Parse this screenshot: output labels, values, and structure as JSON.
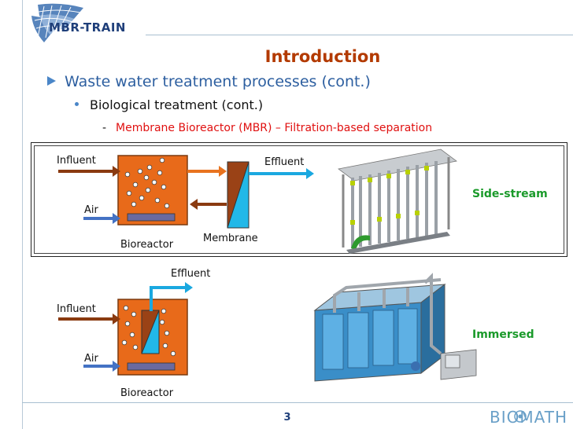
{
  "header": {
    "logo_text": "MBR-TRAIN",
    "title": "Introduction"
  },
  "bullets": {
    "level1": "Waste water treatment processes (cont.)",
    "level2": "Biological treatment (cont.)",
    "level3_dash": "-",
    "level3": "Membrane Bioreactor (MBR) – Filtration-based separation"
  },
  "side_stream": {
    "influent": "Influent",
    "effluent": "Effluent",
    "air": "Air",
    "bioreactor": "Bioreactor",
    "membrane": "Membrane",
    "label": "Side-stream"
  },
  "immersed": {
    "influent": "Influent",
    "effluent": "Effluent",
    "air": "Air",
    "bioreactor": "Bioreactor",
    "label": "Immersed"
  },
  "footer": {
    "page": "3",
    "brand": "BIOMATH"
  },
  "colors": {
    "reactor": "#e86a1a",
    "reactor_border": "#7a3a10",
    "membrane_brown": "#9a4216",
    "membrane_cyan": "#22b8e8",
    "arrow_orange": "#e8731f",
    "arrow_brown": "#8a3a10",
    "arrow_blue": "#4472c4",
    "arrow_cyan": "#1aa8e0",
    "diffuser": "#6a6aa0",
    "title": "#b33a00",
    "accent_blue": "#2d5fa0",
    "highlight_red": "#e01010",
    "label_green": "#1a9a2a"
  }
}
